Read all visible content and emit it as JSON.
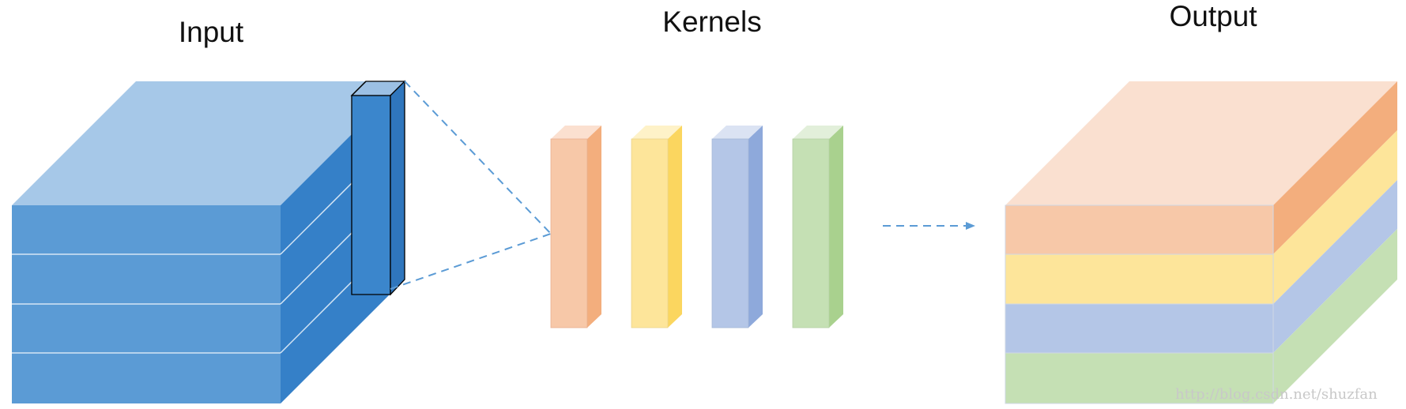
{
  "labels": {
    "input": "Input",
    "kernels": "Kernels",
    "output": "Output"
  },
  "watermark": "http://blog.csdn.net/shuzfan",
  "colors": {
    "input_top": "#a6c8e8",
    "input_front": "#5b9bd5",
    "input_side": "#3580c8",
    "kernel_orange": "#f7c8a8",
    "kernel_yellow": "#fde59a",
    "kernel_blue": "#b4c6e7",
    "kernel_green": "#c5e0b4",
    "output_top": "#fae0d0",
    "arrow": "#5b9bd5"
  }
}
